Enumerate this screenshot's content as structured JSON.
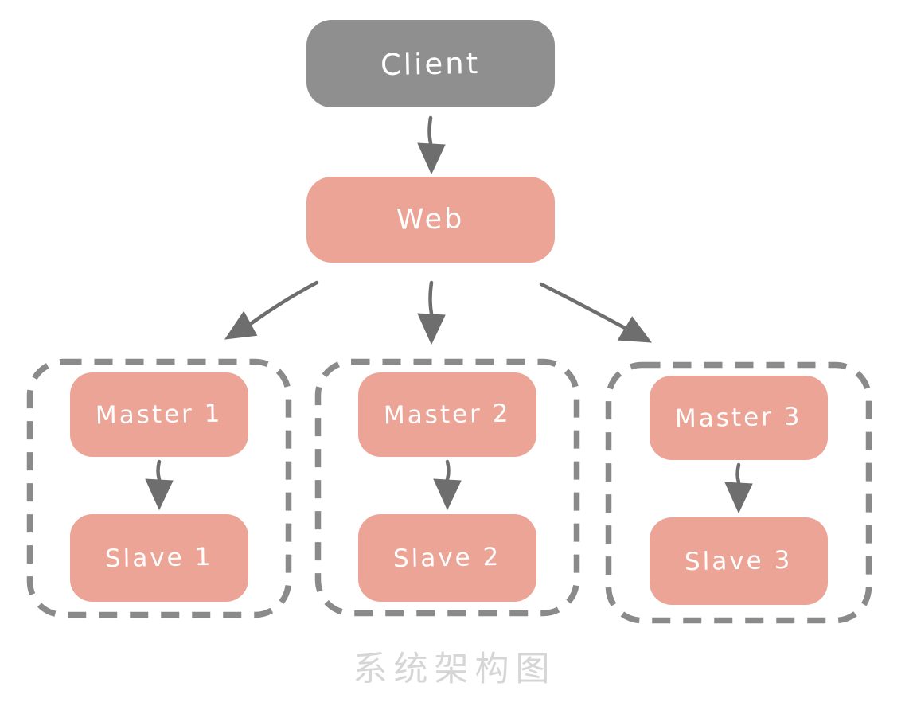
{
  "title": "系统架构图",
  "nodes": {
    "client": "Client",
    "web": "Web",
    "groups": [
      {
        "master": "Master 1",
        "slave": "Slave 1"
      },
      {
        "master": "Master 2",
        "slave": "Slave 2"
      },
      {
        "master": "Master 3",
        "slave": "Slave 3"
      }
    ]
  },
  "edges": [
    {
      "from": "Client",
      "to": "Web"
    },
    {
      "from": "Web",
      "to": "Master 1"
    },
    {
      "from": "Web",
      "to": "Master 2"
    },
    {
      "from": "Web",
      "to": "Master 3"
    },
    {
      "from": "Master 1",
      "to": "Slave 1"
    },
    {
      "from": "Master 2",
      "to": "Slave 2"
    },
    {
      "from": "Master 3",
      "to": "Slave 3"
    }
  ],
  "colors": {
    "client_fill": "#8F8F8F",
    "node_fill": "#ECA496",
    "node_text": "#FFFFFF",
    "arrow": "#6E6E6E",
    "group_border": "#8A8A8A",
    "title_text": "#D6D6D6",
    "background": "#FFFFFF"
  }
}
